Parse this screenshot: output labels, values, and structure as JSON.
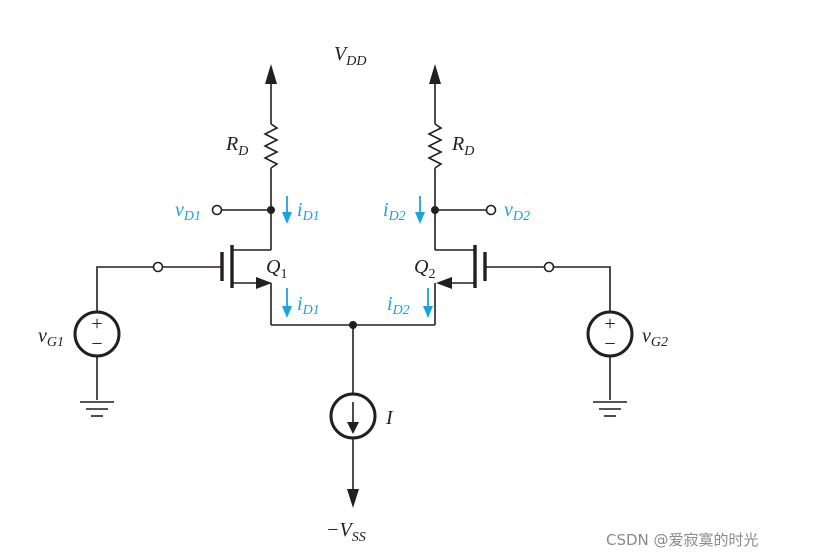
{
  "supply": {
    "vdd": "V",
    "vdd_sub": "DD",
    "vss_minus": "−V",
    "vss_sub": "SS"
  },
  "resistors": {
    "r1": "R",
    "r1_sub": "D",
    "r2": "R",
    "r2_sub": "D"
  },
  "nodes": {
    "vd1": "v",
    "vd1_sub": "D1",
    "vd2": "v",
    "vd2_sub": "D2",
    "vg1": "v",
    "vg1_sub": "G1",
    "vg2": "v",
    "vg2_sub": "G2"
  },
  "currents": {
    "id1_top": "i",
    "id1_top_sub": "D1",
    "id2_top": "i",
    "id2_top_sub": "D2",
    "id1_bot": "i",
    "id1_bot_sub": "D1",
    "id2_bot": "i",
    "id2_bot_sub": "D2",
    "i_source": "I"
  },
  "transistors": {
    "q1": "Q",
    "q1_sub": "1",
    "q2": "Q",
    "q2_sub": "2"
  },
  "sources": {
    "plus": "+",
    "minus": "−"
  },
  "watermark": "CSDN @爱寂寞的时光",
  "colors": {
    "wire": "#231f20",
    "current_label": "#1ba3dd"
  }
}
